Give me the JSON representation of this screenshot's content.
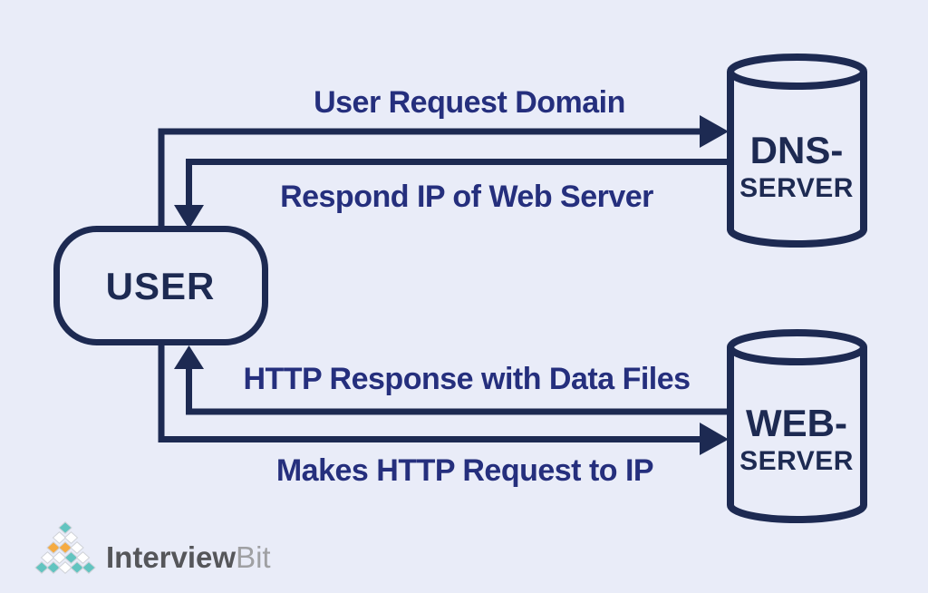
{
  "diagram": {
    "flow_labels": {
      "user_request": "User Request Domain",
      "respond_ip": "Respond IP of Web Server",
      "http_response": "HTTP Response with Data Files",
      "makes_http": "Makes HTTP Request to IP"
    },
    "nodes": {
      "user": {
        "label": "USER"
      },
      "dns": {
        "line1": "DNS-",
        "line2": "SERVER"
      },
      "web": {
        "line1": "WEB-",
        "line2": "SERVER"
      }
    },
    "colors": {
      "background": "#e9ecf8",
      "shape": "#1d2a52",
      "label_text": "#252f7d"
    }
  },
  "logo": {
    "brand_bold": "Interview",
    "brand_light": "Bit",
    "colors": {
      "teal": "#62c4c0",
      "orange": "#f5ab43",
      "white": "#ffffff",
      "diamond_edge": "#cfd2d8",
      "text_bold": "#55565a",
      "text_light": "#9fa0a3"
    },
    "mark_cells": [
      "#62c4c0",
      "#ffffff",
      "#ffffff",
      "#f5ab43",
      "#f5ab43",
      "#ffffff",
      "#ffffff",
      "#ffffff",
      "#62c4c0",
      "#ffffff",
      "#62c4c0",
      "#62c4c0",
      "#ffffff",
      "#62c4c0",
      "#62c4c0"
    ]
  }
}
